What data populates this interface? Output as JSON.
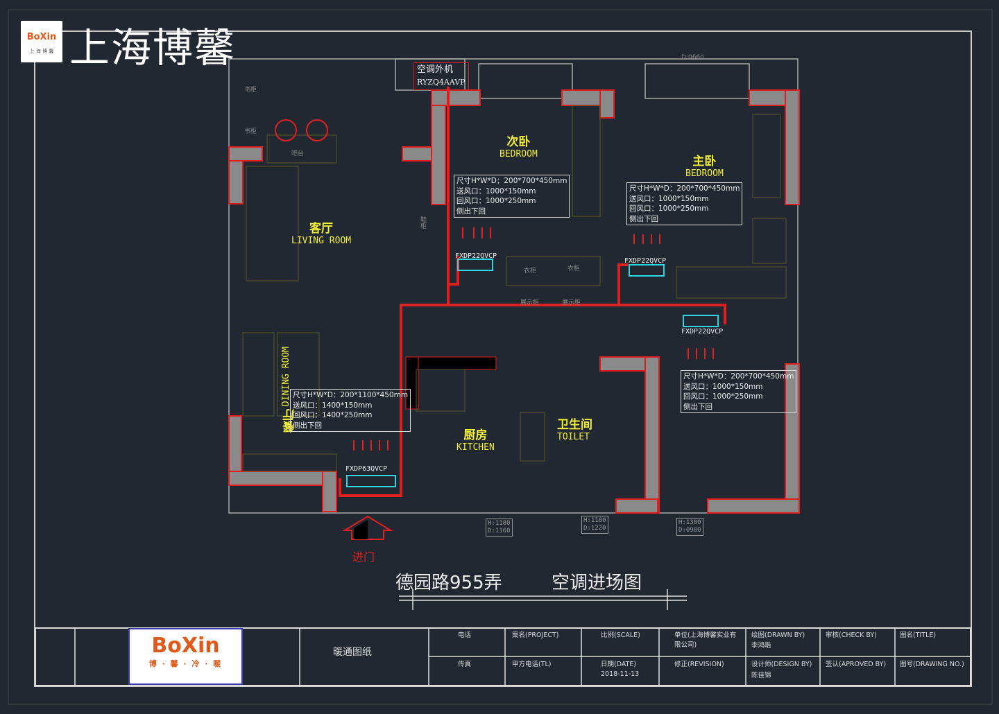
{
  "brand": {
    "name": "上海博馨",
    "logo_text": "BoXin",
    "logo_sub": "上 海 博 馨",
    "logo_tagline": "博 · 馨 · 冷 · 暖"
  },
  "outdoor_unit": {
    "label": "空调外机",
    "model": "RYZQ4AAVP"
  },
  "rooms": {
    "second_bedroom": {
      "cn": "次卧",
      "en": "BEDROOM"
    },
    "master_bedroom": {
      "cn": "主卧",
      "en": "BEDROOM"
    },
    "living": {
      "cn": "客厅",
      "en": "LIVING ROOM"
    },
    "dining": {
      "cn": "餐厅",
      "en": "DINING ROOM"
    },
    "kitchen": {
      "cn": "厨房",
      "en": "KITCHEN"
    },
    "toilet": {
      "cn": "卫生间",
      "en": "TOILET"
    }
  },
  "specs": [
    {
      "size": "尺寸H*W*D：200*700*450mm",
      "supply": "送风口：1000*150mm",
      "return": "回风口：1000*250mm",
      "mode": "侧出下回"
    },
    {
      "size": "尺寸H*W*D：200*700*450mm",
      "supply": "送风口：1000*150mm",
      "return": "回风口：1000*250mm",
      "mode": "侧出下回"
    },
    {
      "size": "尺寸H*W*D：200*1100*450mm",
      "supply": "送风口：1400*150mm",
      "return": "回风口：1400*250mm",
      "mode": "侧出下回"
    },
    {
      "size": "尺寸H*W*D：200*700*450mm",
      "supply": "送风口：1000*150mm",
      "return": "回风口：1000*250mm",
      "mode": "侧出下回"
    }
  ],
  "units": [
    "FXDP22QVCP",
    "FXDP22QVCP",
    "FXDP63QVCP",
    "FXDP22QVCP"
  ],
  "furniture": {
    "bookshelf1": "书柜",
    "bookshelf2": "书柜",
    "bar": "吧台",
    "wardrobe1": "衣柜",
    "wardrobe2": "衣柜",
    "display1": "展示柜",
    "display2": "展示柜",
    "shoe": "鞋柜"
  },
  "tags": [
    {
      "h": "H:1180",
      "d": "D:1160"
    },
    {
      "h": "H:1180",
      "d": "D:1220"
    },
    {
      "h": "H:1380",
      "d": "D:0980"
    }
  ],
  "top_tag": "D:0660",
  "entrance": "进门",
  "drawing_title": {
    "address": "德园路955弄",
    "name": "空调进场图"
  },
  "title_block": {
    "drawing_type": "暖通图纸",
    "phone": "电话",
    "fax": "传真",
    "project": "案名(PROJECT)",
    "client_phone": "甲方电话(TL)",
    "scale": "比例(SCALE)",
    "date_label": "日期(DATE)",
    "date": "2018-11-13",
    "company": "单位(上海博馨实业有限公司)",
    "revision": "修正(REVISION)",
    "drawn_by": "绘图(DRAWN BY)",
    "drawn_name": "李鸿皓",
    "design_by": "设计师(DESIGN BY)",
    "design_name": "陈佳锦",
    "check_by": "审核(CHECK BY)",
    "approved_by": "签认(APROVED BY)",
    "title": "图名(TITLE)",
    "drawing_no": "图号(DRAWING NO.)"
  }
}
